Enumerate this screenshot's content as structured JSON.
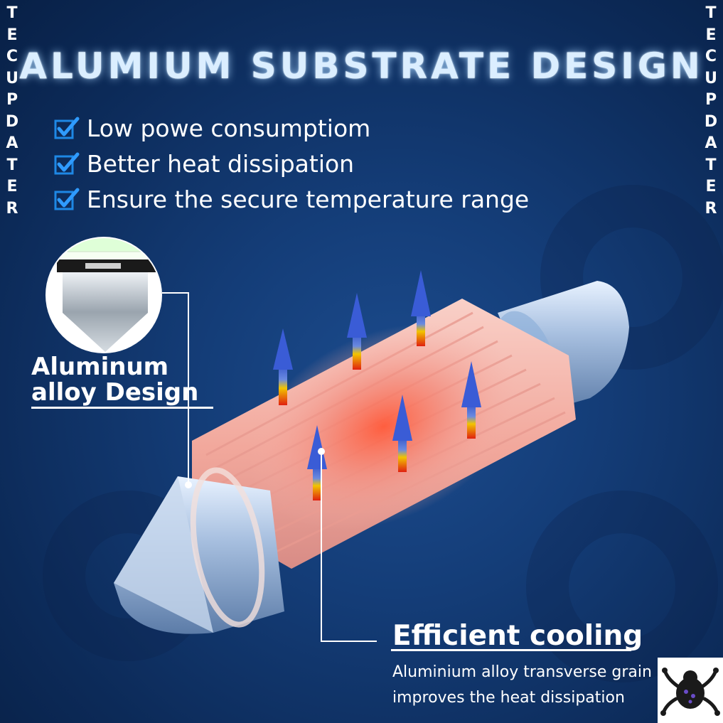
{
  "brand_vertical_left": [
    "T",
    "E",
    "C",
    "U",
    "P",
    "D",
    "A",
    "T",
    "E",
    "R"
  ],
  "brand_vertical_right": [
    "T",
    "E",
    "C",
    "U",
    "P",
    "D",
    "A",
    "T",
    "E",
    "R"
  ],
  "title": "ALUMIUM SUBSTRATE DESIGN",
  "features": [
    "Low powe consumptiom",
    "Better heat dissipation",
    "Ensure the secure temperature range"
  ],
  "labels": {
    "alloy_line1": "Aluminum",
    "alloy_line2": "alloy Design",
    "cooling_title": "Efficient cooling",
    "cooling_desc_line1": "Aluminium alloy transverse grain",
    "cooling_desc_line2": "improves the heat dissipation"
  },
  "colors": {
    "background": "#0d2c5c",
    "title_glow": "#dbeeff",
    "check": "#1e88e5",
    "heat": "#f07060",
    "arrow_top": "#3a5fd0",
    "arrow_bottom": "#e02020"
  },
  "icons": {
    "check": "check-icon",
    "arrow": "heat-arrow-icon",
    "logo": "frog-logo-icon"
  }
}
